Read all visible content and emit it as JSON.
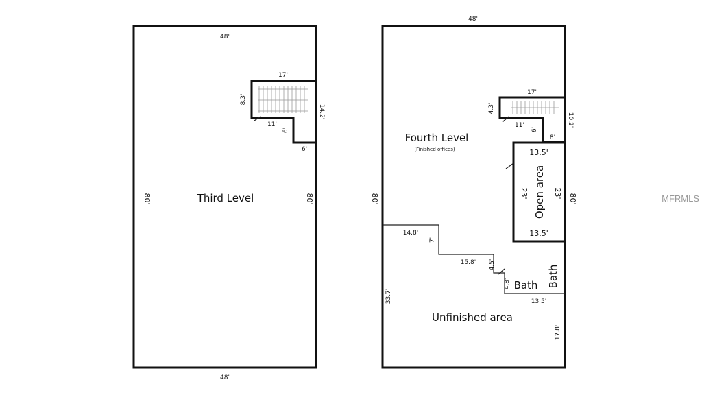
{
  "third_level": {
    "title": "Third Level",
    "dim_top": "48'",
    "dim_bottom": "48'",
    "dim_left": "80'",
    "dim_right": "80'",
    "stair_width": "17'",
    "stair_left": "8.3'",
    "stair_right": "14.2'",
    "stair_inner": "11'",
    "stair_step": "6'",
    "stair_bottom": "6'"
  },
  "fourth_level": {
    "title": "Fourth Level",
    "subtitle": "(Finished offices)",
    "dim_top": "48'",
    "dim_left": "80'",
    "dim_right": "80'",
    "stair_width": "17'",
    "stair_left": "4.3'",
    "stair_right": "10.2'",
    "stair_inner": "11'",
    "stair_step": "6'",
    "stair_bottom": "8'",
    "open_area": {
      "label": "Open area",
      "top": "13.5'",
      "bottom": "13.5'",
      "left": "23'",
      "right": "23'"
    },
    "step_wall": {
      "seg1": "14.8'",
      "seg2": "7'",
      "seg3": "15.8'",
      "seg4": "4.5'",
      "seg5": "4.8'",
      "seg6": "13.5'"
    },
    "bath_1": "Bath",
    "bath_2": "Bath",
    "unfinished": "Unfinished area",
    "dim_left_lower": "33.7'",
    "dim_right_lower": "17.8'"
  },
  "watermark": "MFRMLS"
}
